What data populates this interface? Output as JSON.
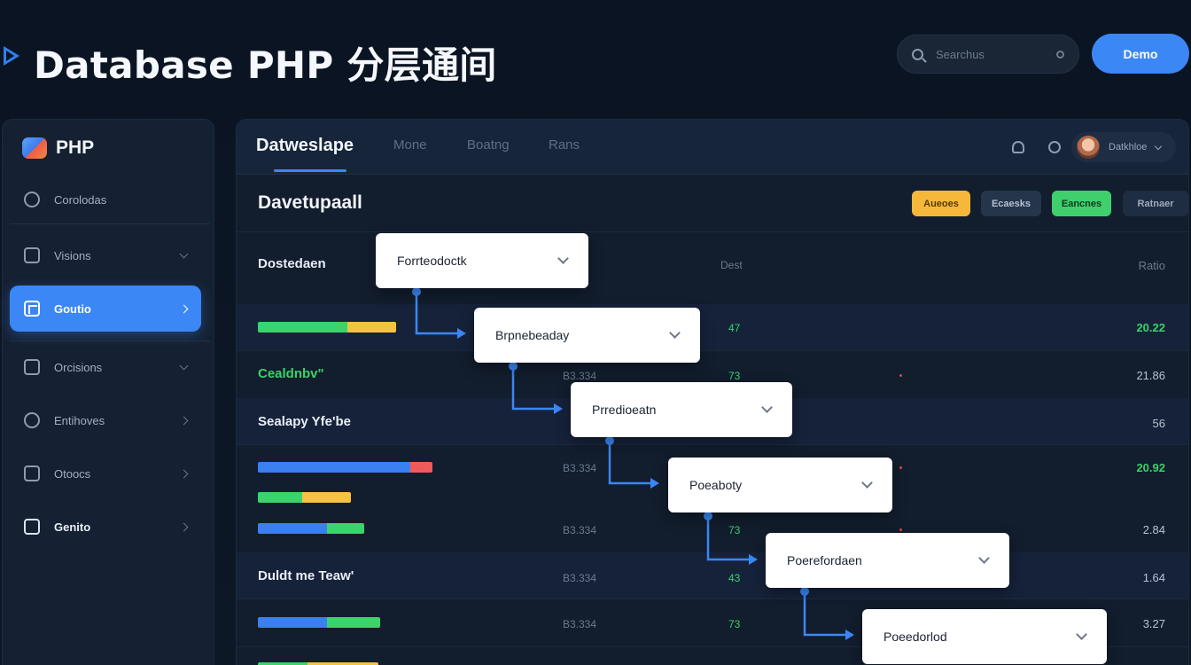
{
  "header": {
    "title": "Database PHP 分层通间",
    "search_placeholder": "Searchus",
    "action_label": "Demo"
  },
  "sidebar": {
    "brand": "PHP",
    "items": [
      {
        "label": "Corolodas",
        "icon": "gear-icon"
      },
      {
        "label": "Visions",
        "icon": "layers-icon"
      },
      {
        "label": "Goutio",
        "icon": "chart-icon"
      },
      {
        "label": "Orcisions",
        "icon": "calendar-icon"
      },
      {
        "label": "Entihoves",
        "icon": "globe-icon"
      },
      {
        "label": "Otoocs",
        "icon": "document-icon"
      },
      {
        "label": "Genito",
        "icon": "folder-icon"
      }
    ]
  },
  "tabs": {
    "active": "Datweslape",
    "items": [
      "Mone",
      "Boatng",
      "Rans"
    ],
    "user": "Datkhloe"
  },
  "section": {
    "title": "Davetupaall",
    "buttons": [
      "Aueoes",
      "Ecaesks",
      "Eancnes",
      "Ratnaer"
    ]
  },
  "table": {
    "header_label": "Dostedaen",
    "col_mid_header": "Dest",
    "col_right_header": "Ratio",
    "rows": [
      {
        "b": "47",
        "v": "20.22",
        "bar": [
          [
            0.53,
            "#3bd36b"
          ],
          [
            0.2,
            "#f5c242"
          ]
        ],
        "green": true
      },
      {
        "label": "Cealdnbv\"",
        "a": "B3.334",
        "b": "73",
        "v": "21.86",
        "green_label": true,
        "dot": true
      },
      {
        "label": "Sealapy Yfe'be",
        "v": "56"
      },
      {
        "a": "B3.334",
        "v": "20.92",
        "bar": [
          [
            0.88,
            "#3b7ff0"
          ],
          [
            0.12,
            "#ef5a5a"
          ]
        ],
        "green": true,
        "dot": true
      },
      {
        "a": "B3.334",
        "b": "73",
        "v": "2.84",
        "bar": [
          [
            0.39,
            "#3bd36b"
          ],
          [
            0.22,
            "#f5c242"
          ]
        ],
        "bar2": [
          [
            0.37,
            "#3b7ff0"
          ],
          [
            0.22,
            "#3bd36b"
          ]
        ],
        "dot": true
      },
      {
        "label": "Duldt me Teaw'",
        "a": "B3.334",
        "b": "43",
        "v": "1.64"
      },
      {
        "a": "B3.334",
        "b": "73",
        "v": "3.27",
        "bar": [
          [
            0.36,
            "#3b7ff0"
          ],
          [
            0.29,
            "#3bd36b"
          ]
        ]
      }
    ]
  },
  "cascade": [
    "Forrteodoctk",
    "Brpnebeaday",
    "Prredioeatn",
    "Poeaboty",
    "Poerefordaen",
    "Poeedorlod"
  ]
}
